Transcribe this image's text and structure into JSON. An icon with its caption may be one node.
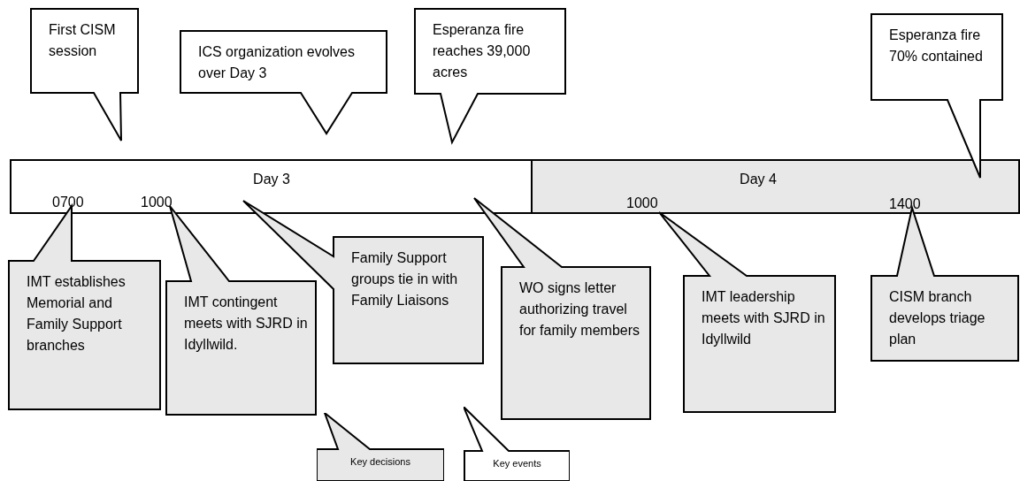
{
  "diagram": {
    "nodes": [
      {
        "text": [
          "First CISM session"
        ]
      },
      {
        "text": [
          "ICS organization evolves over Day 3"
        ]
      },
      {
        "text": [
          "Esperanza fire reaches 39,000 acres"
        ]
      },
      {
        "text": [
          "Esperanza fire 70% contained"
        ]
      },
      {
        "text": [
          "Day 3",
          "0700",
          "1000"
        ]
      },
      {
        "text": [
          "Day 4",
          "1000",
          "1400"
        ]
      },
      {
        "text": [
          "IMT establishes Memorial and Family Support branches"
        ]
      },
      {
        "text": [
          "IMT contingent meets with SJRD in Idyllwild."
        ]
      },
      {
        "text": [
          "Family Support groups tie in with Family Liaisons"
        ]
      },
      {
        "text": [
          "WO signs letter authorizing travel for family members"
        ]
      },
      {
        "text": [
          "IMT leadership meets with SJRD in Idyllwild"
        ]
      },
      {
        "text": [
          "CISM branch develops triage plan"
        ]
      }
    ],
    "legend": [
      {
        "text": "Key decisions",
        "color": "#e8e8e8"
      },
      {
        "text": "Key events",
        "color": "#ffffff"
      }
    ]
  }
}
